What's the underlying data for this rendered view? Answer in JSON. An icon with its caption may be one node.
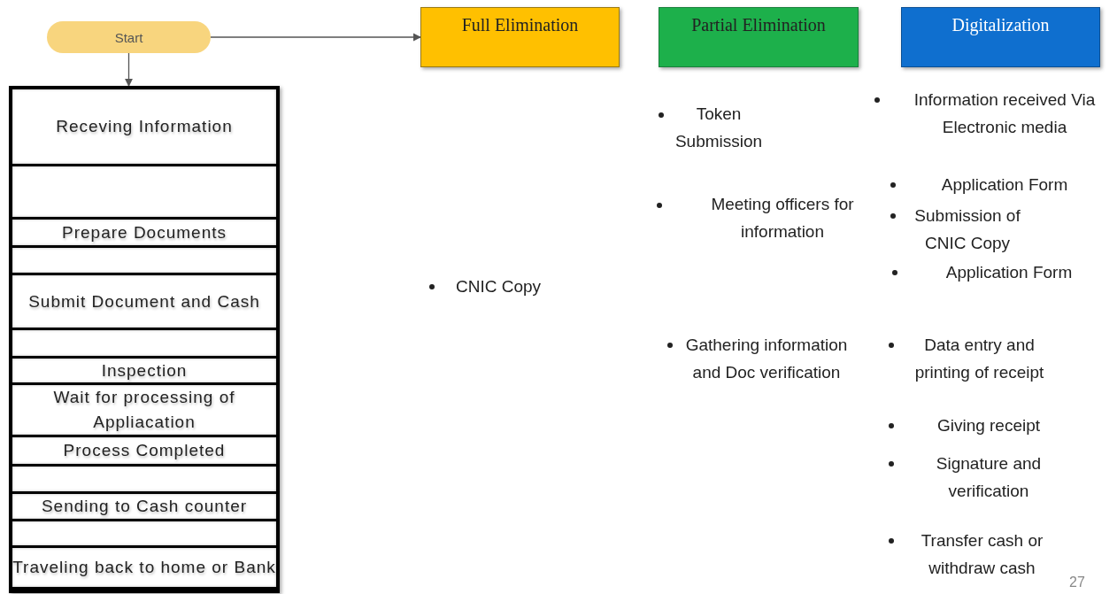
{
  "diagram": {
    "nodes": [
      {
        "text": [
          "Start"
        ]
      },
      {
        "text": [
          "Full Elimination"
        ]
      },
      {
        "text": [
          "Partial Elimination"
        ]
      },
      {
        "text": [
          "Digitalization"
        ]
      },
      {
        "text": [],
        "shape": "box"
      },
      {
        "text": [
          "Receving Information"
        ],
        "in": 4
      },
      {
        "text": [],
        "shape": "box",
        "in": 4
      },
      {
        "text": [
          "Prepare Documents"
        ],
        "in": 4
      },
      {
        "text": [],
        "shape": "box",
        "in": 4
      },
      {
        "text": [
          "Submit Document and Cash"
        ],
        "in": 4
      },
      {
        "text": [],
        "shape": "box",
        "in": 4
      },
      {
        "text": [
          "Inspection"
        ],
        "in": 4
      },
      {
        "text": [
          "Wait for processing of Appliacation"
        ],
        "in": 4
      },
      {
        "text": [
          "Process Completed"
        ],
        "in": 4
      },
      {
        "text": [],
        "shape": "box",
        "in": 4
      },
      {
        "text": [
          "Sending to Cash counter"
        ],
        "in": 4
      },
      {
        "text": [],
        "shape": "box",
        "in": 4
      },
      {
        "text": [
          "Traveling back to home or Bank"
        ],
        "in": 4
      }
    ],
    "edges": [
      {
        "from": 0,
        "to": 4,
        "arrow": "to"
      },
      {
        "from": 0,
        "to": 1,
        "arrow": "to"
      }
    ],
    "labels": [
      "Information received Via Electronic media",
      "Token Submission",
      "Application Form",
      "Meeting officers for information",
      "Submission of CNIC Copy",
      "Application Form",
      "CNIC Copy",
      "Gathering information and Doc verification",
      "Data entry and printing of receipt",
      "Giving receipt",
      "Signature and verification",
      "Transfer cash or withdraw cash",
      "27"
    ]
  }
}
